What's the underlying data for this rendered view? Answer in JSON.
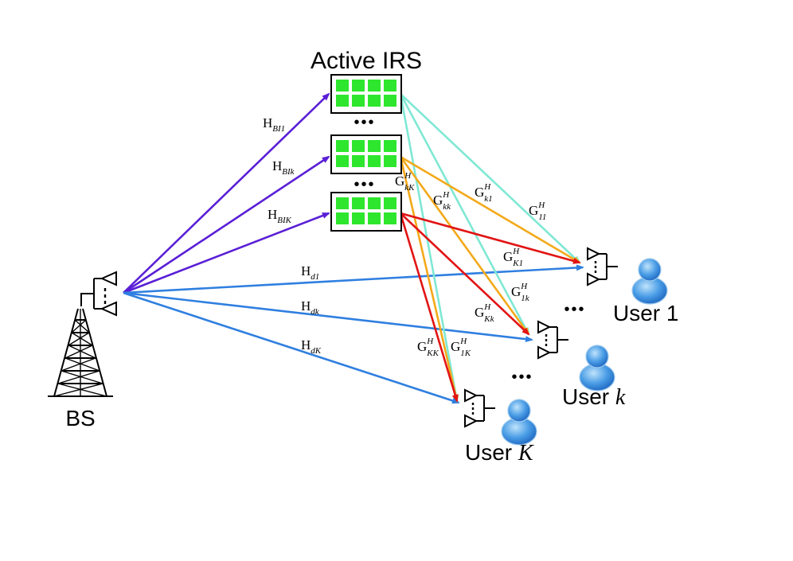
{
  "title": "Active IRS",
  "colors": {
    "bs_irs": "#5a1fd6",
    "direct": "#2f7fe0",
    "cyan": "#7fe8d4",
    "orange": "#f3a91a",
    "red": "#e21414",
    "irs_element": "#2ee62e",
    "user_light": "#8cc8f5",
    "user_dark": "#2a7fd6"
  },
  "nodes": {
    "bs": "BS",
    "users": [
      {
        "prefix": "User ",
        "index": "1",
        "italic": false
      },
      {
        "prefix": "User ",
        "index": "k",
        "italic": true
      },
      {
        "prefix": "User ",
        "index": "K",
        "italic": true
      }
    ],
    "irs_count": 3,
    "dots": "•••"
  },
  "links": {
    "bs_irs": [
      {
        "base": "H",
        "sub": "BI1"
      },
      {
        "base": "H",
        "sub": "BIk"
      },
      {
        "base": "H",
        "sub": "BIK"
      }
    ],
    "direct": [
      {
        "base": "H",
        "sub": "d1"
      },
      {
        "base": "H",
        "sub": "dk"
      },
      {
        "base": "H",
        "sub": "dK"
      }
    ],
    "irs_user": [
      {
        "base": "G",
        "sup": "H",
        "sub": "kK"
      },
      {
        "base": "G",
        "sup": "H",
        "sub": "kk"
      },
      {
        "base": "G",
        "sup": "H",
        "sub": "k1"
      },
      {
        "base": "G",
        "sup": "H",
        "sub": "11"
      },
      {
        "base": "G",
        "sup": "H",
        "sub": "K1"
      },
      {
        "base": "G",
        "sup": "H",
        "sub": "1k"
      },
      {
        "base": "G",
        "sup": "H",
        "sub": "Kk"
      },
      {
        "base": "G",
        "sup": "H",
        "sub": "KK"
      },
      {
        "base": "G",
        "sup": "H",
        "sub": "1K"
      }
    ]
  }
}
